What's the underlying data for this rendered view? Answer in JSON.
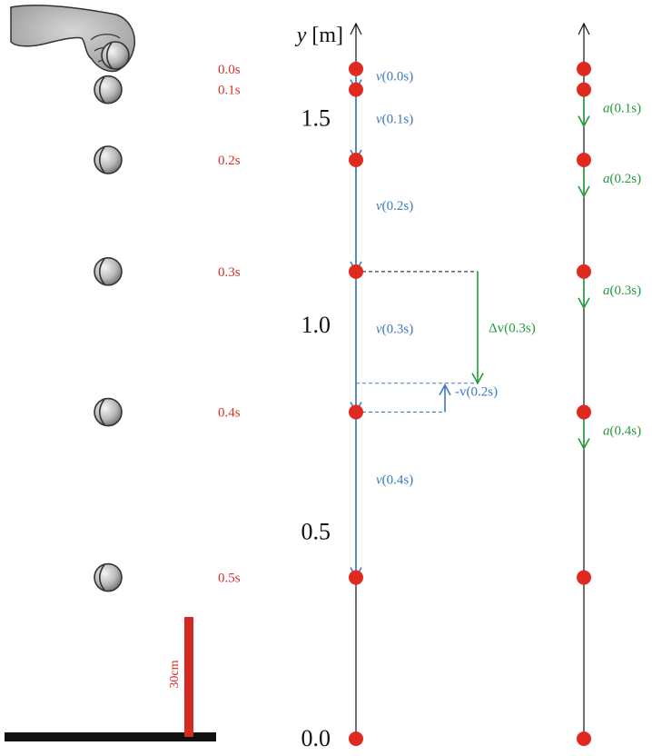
{
  "axis": {
    "label_var": "y",
    "label_unit": "[m]",
    "ticks": [
      "1.5",
      "1.0",
      "0.5",
      "0.0"
    ],
    "tick_values": [
      1.5,
      1.0,
      0.5,
      0.0
    ]
  },
  "times": [
    "0.0s",
    "0.1s",
    "0.2s",
    "0.3s",
    "0.4s",
    "0.5s"
  ],
  "positions_m": [
    1.62,
    1.57,
    1.4,
    1.13,
    0.79,
    0.39
  ],
  "ground_marker": {
    "position_m": 0.0
  },
  "velocity_labels": [
    "v(0.0s)",
    "v(0.1s)",
    "v(0.2s)",
    "v(0.3s)",
    "v(0.4s)"
  ],
  "acceleration_labels": [
    "a(0.1s)",
    "a(0.2s)",
    "a(0.3s)",
    "a(0.4s)"
  ],
  "construction": {
    "delta_v_label": "Δv(0.3s)",
    "neg_v_label": "-v(0.2s)"
  },
  "ruler_label": "30cm",
  "colors": {
    "time_label": "#d8302a",
    "dot": "#e02a20",
    "velocity": "#3c7ac2",
    "acceleration": "#229a3a",
    "ruler": "#d42a22",
    "axis": "#111111",
    "ground": "#111111"
  }
}
